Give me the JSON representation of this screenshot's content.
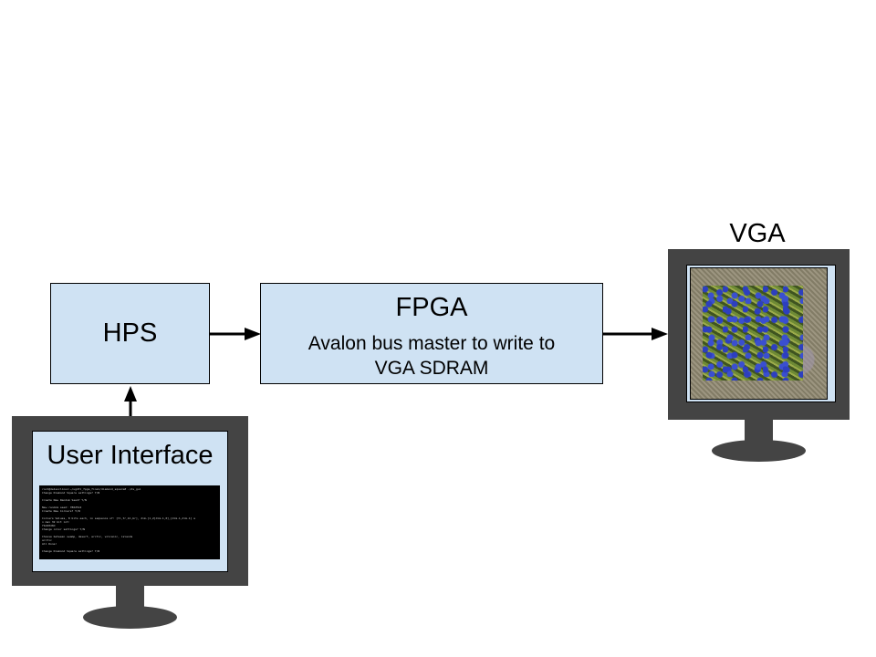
{
  "hps": {
    "label": "HPS"
  },
  "fpga": {
    "title": "FPGA",
    "description_line1": "Avalon bus master to write to",
    "description_line2": "VGA SDRAM"
  },
  "vga": {
    "label": "VGA"
  },
  "user_interface": {
    "title": "User Interface",
    "terminal_lines": [
      "root@de1soclinux:~/ugdtl_fpga_final/diamond_square# ./ds_gui",
      "Change Diamond Square settings? Y/N",
      "",
      "Create New Random Seed? Y/N",
      "",
      "New random seed: 7862512",
      "Create New Corners? Y/N",
      "",
      "Corners Values, 8 bits each, in sequence of: [tl,tr,bl,br], dim-[1,2]dim-1,0],[dim-1,dim-1] a",
      "n max 32 bit int:",
      "fbdd0d0d",
      "Change color settings? Y/N",
      "",
      "Choose between swamp, desert, arctic, volcanic, islands",
      "arctic",
      "All Done!",
      "",
      "Change Diamond Square settings? Y/N"
    ]
  },
  "colors": {
    "box_fill": "#cfe2f3",
    "monitor_frame": "#444444",
    "arrow": "#000000"
  }
}
